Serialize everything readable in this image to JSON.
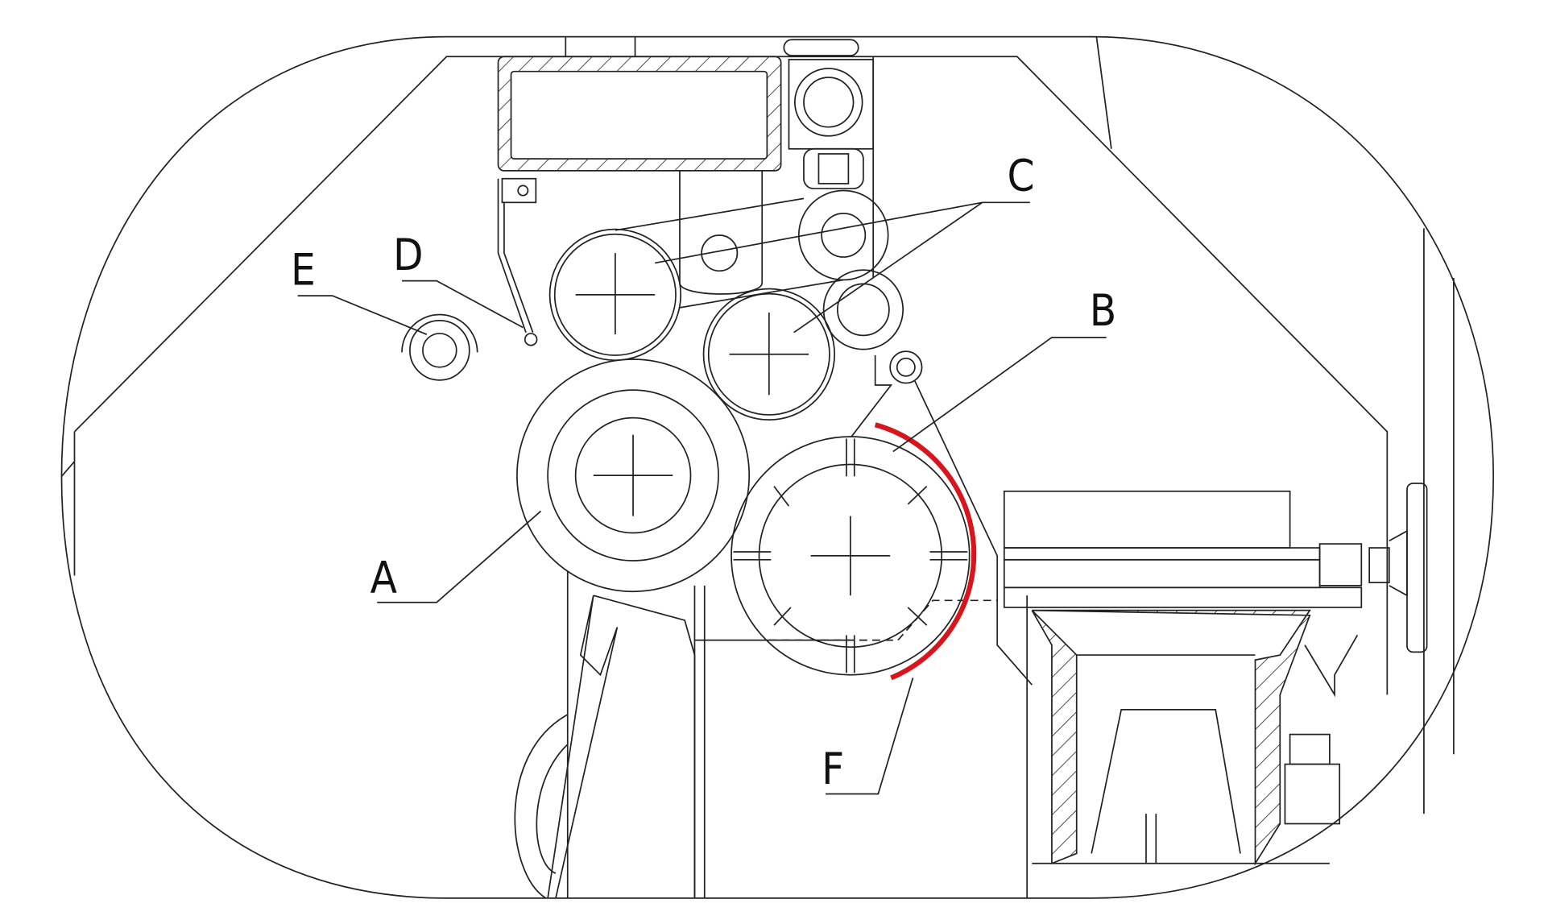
{
  "diagram": {
    "labels": {
      "A": "A",
      "B": "B",
      "C": "C",
      "D": "D",
      "E": "E",
      "F": "F"
    },
    "colors": {
      "line": "#222222",
      "highlight": "#d8141c",
      "background": "#ffffff"
    }
  }
}
